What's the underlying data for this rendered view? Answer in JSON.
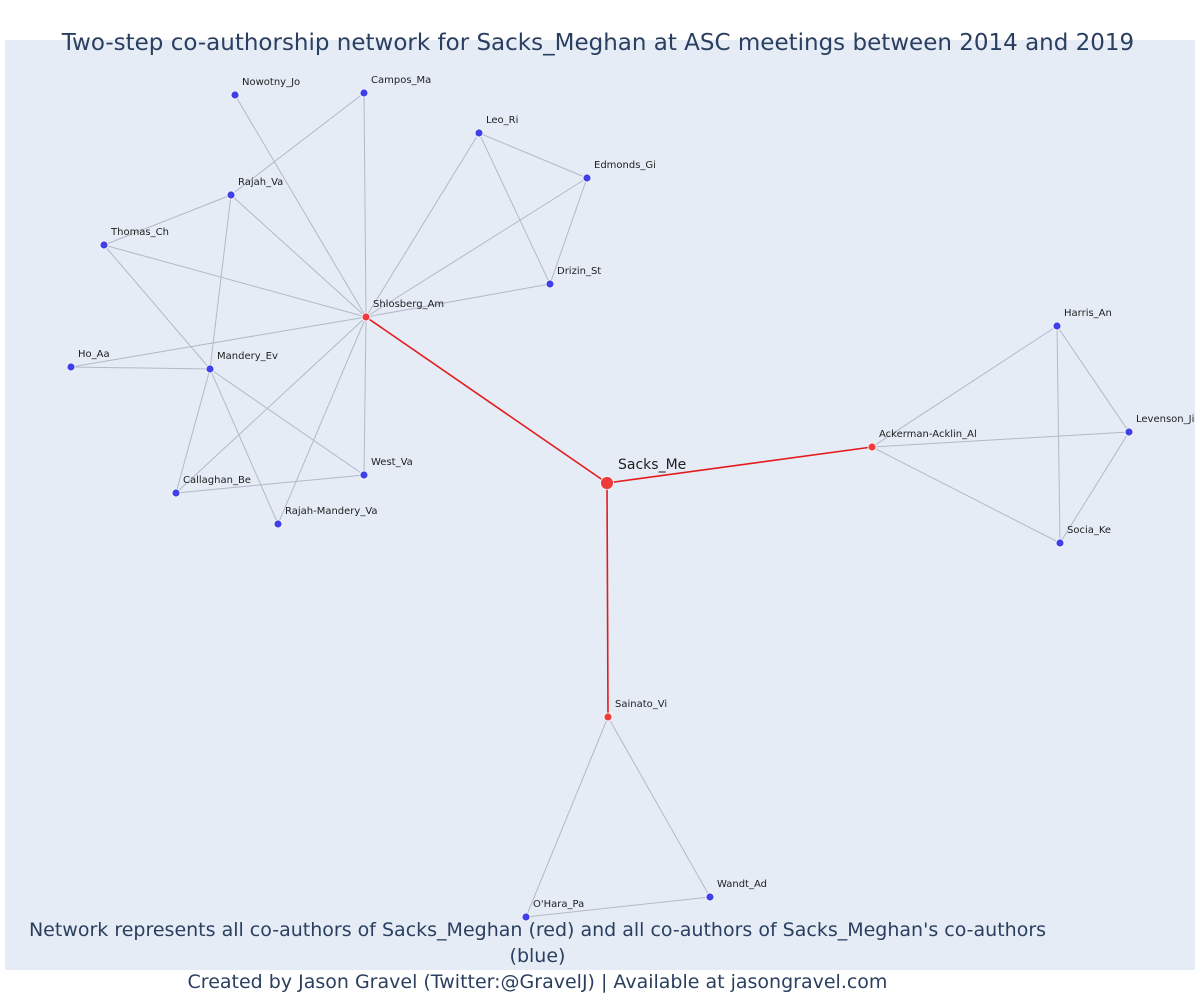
{
  "title": "Two-step co-authorship network for Sacks_Meghan at ASC meetings between 2014 and 2019",
  "caption": {
    "line1": "Network represents all co-authors of Sacks_Meghan (red) and all co-authors of Sacks_Meghan's co-authors (blue)",
    "line2": "Created by Jason Gravel (Twitter:@GravelJ) | Available at jasongravel.com"
  },
  "colors": {
    "ego": "#ef3b3b",
    "first_step": "#ef3b3b",
    "second_step": "#4040e8",
    "ego_edge": "#e41a1c",
    "other_edge": "#b4b8c8",
    "background": "#e5ecf6"
  },
  "nodes": [
    {
      "id": "Sacks_Me",
      "group": "ego"
    },
    {
      "id": "Shlosberg_Am",
      "group": "first"
    },
    {
      "id": "Ackerman-Acklin_Al",
      "group": "first"
    },
    {
      "id": "Sainato_Vi",
      "group": "first"
    },
    {
      "id": "Nowotny_Jo",
      "group": "second"
    },
    {
      "id": "Campos_Ma",
      "group": "second"
    },
    {
      "id": "Leo_Ri",
      "group": "second"
    },
    {
      "id": "Edmonds_Gi",
      "group": "second"
    },
    {
      "id": "Rajah_Va",
      "group": "second"
    },
    {
      "id": "Thomas_Ch",
      "group": "second"
    },
    {
      "id": "Drizin_St",
      "group": "second"
    },
    {
      "id": "Ho_Aa",
      "group": "second"
    },
    {
      "id": "Mandery_Ev",
      "group": "second"
    },
    {
      "id": "West_Va",
      "group": "second"
    },
    {
      "id": "Callaghan_Be",
      "group": "second"
    },
    {
      "id": "Rajah-Mandery_Va",
      "group": "second"
    },
    {
      "id": "Harris_An",
      "group": "second"
    },
    {
      "id": "Levenson_Ji",
      "group": "second"
    },
    {
      "id": "Socia_Ke",
      "group": "second"
    },
    {
      "id": "Wandt_Ad",
      "group": "second"
    },
    {
      "id": "O'Hara_Pa",
      "group": "second"
    }
  ],
  "edges": [
    [
      "Sacks_Me",
      "Shlosberg_Am"
    ],
    [
      "Sacks_Me",
      "Ackerman-Acklin_Al"
    ],
    [
      "Sacks_Me",
      "Sainato_Vi"
    ],
    [
      "Shlosberg_Am",
      "Nowotny_Jo"
    ],
    [
      "Shlosberg_Am",
      "Campos_Ma"
    ],
    [
      "Shlosberg_Am",
      "Leo_Ri"
    ],
    [
      "Shlosberg_Am",
      "Edmonds_Gi"
    ],
    [
      "Shlosberg_Am",
      "Drizin_St"
    ],
    [
      "Shlosberg_Am",
      "Rajah_Va"
    ],
    [
      "Shlosberg_Am",
      "Thomas_Ch"
    ],
    [
      "Shlosberg_Am",
      "Ho_Aa"
    ],
    [
      "Shlosberg_Am",
      "West_Va"
    ],
    [
      "Shlosberg_Am",
      "Callaghan_Be"
    ],
    [
      "Shlosberg_Am",
      "Rajah-Mandery_Va"
    ],
    [
      "Leo_Ri",
      "Edmonds_Gi"
    ],
    [
      "Leo_Ri",
      "Drizin_St"
    ],
    [
      "Edmonds_Gi",
      "Drizin_St"
    ],
    [
      "Rajah_Va",
      "Campos_Ma"
    ],
    [
      "Rajah_Va",
      "Thomas_Ch"
    ],
    [
      "Rajah_Va",
      "Mandery_Ev"
    ],
    [
      "Thomas_Ch",
      "Mandery_Ev"
    ],
    [
      "Ho_Aa",
      "Mandery_Ev"
    ],
    [
      "Mandery_Ev",
      "West_Va"
    ],
    [
      "Mandery_Ev",
      "Callaghan_Be"
    ],
    [
      "Mandery_Ev",
      "Rajah-Mandery_Va"
    ],
    [
      "Callaghan_Be",
      "West_Va"
    ],
    [
      "Ackerman-Acklin_Al",
      "Harris_An"
    ],
    [
      "Ackerman-Acklin_Al",
      "Levenson_Ji"
    ],
    [
      "Ackerman-Acklin_Al",
      "Socia_Ke"
    ],
    [
      "Harris_An",
      "Levenson_Ji"
    ],
    [
      "Harris_An",
      "Socia_Ke"
    ],
    [
      "Levenson_Ji",
      "Socia_Ke"
    ],
    [
      "Sainato_Vi",
      "Wandt_Ad"
    ],
    [
      "Sainato_Vi",
      "O'Hara_Pa"
    ],
    [
      "Wandt_Ad",
      "O'Hara_Pa"
    ]
  ]
}
